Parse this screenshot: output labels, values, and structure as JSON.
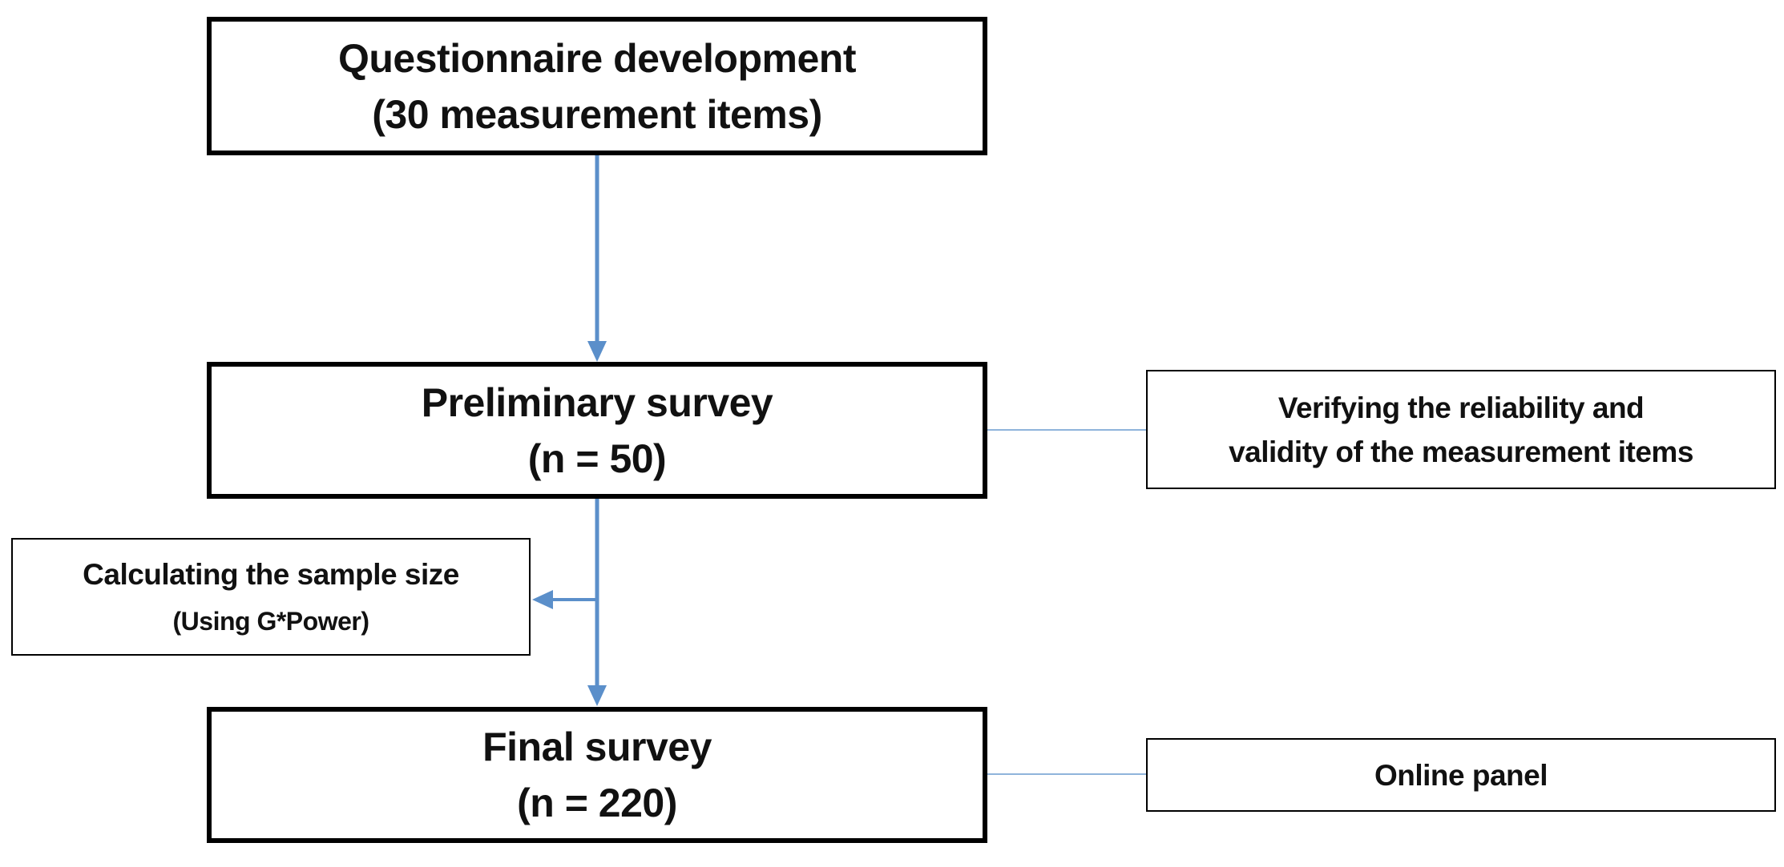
{
  "diagram": {
    "nodes": {
      "questionnaire": {
        "line1": "Questionnaire development",
        "line2": "(30 measurement items)"
      },
      "preliminary": {
        "line1": "Preliminary survey",
        "line2": "(n = 50)"
      },
      "final": {
        "line1": "Final survey",
        "line2": "(n = 220)"
      },
      "verifying": {
        "line1": "Verifying the reliability and",
        "line2": "validity of the measurement items"
      },
      "sample_size": {
        "line1": "Calculating the sample size",
        "line2": "(Using G*Power)"
      },
      "online_panel": {
        "line1": "Online panel"
      }
    },
    "colors": {
      "arrow": "#5b8fca",
      "connector": "#8fb4db",
      "border": "#000000"
    }
  }
}
